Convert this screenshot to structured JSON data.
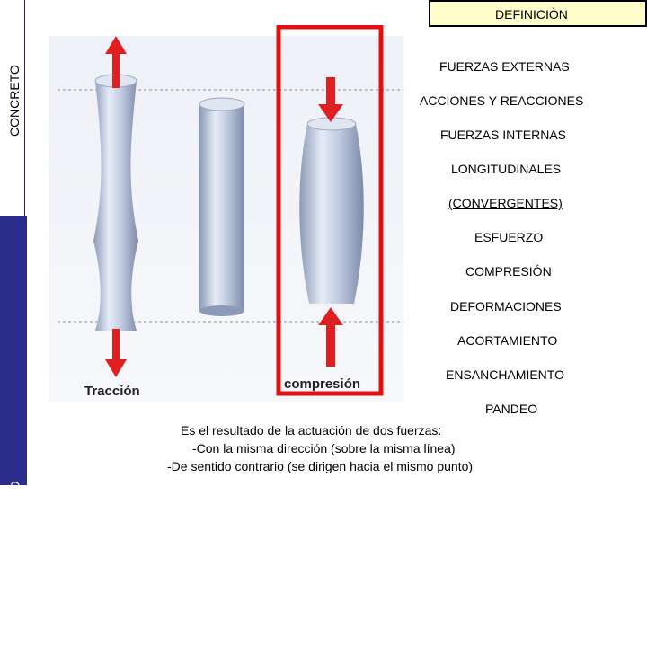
{
  "sidebar": {
    "top_label": "CONCRETO",
    "bottom_label": "ESPACIO Y MATERIALIDAD"
  },
  "header": {
    "title": "DEFINICIÒN"
  },
  "figure": {
    "left_label": "Tracción",
    "right_label": "compresión",
    "highlight_color": "#e01010",
    "arrow_color": "#e02020"
  },
  "terms": [
    "FUERZAS EXTERNAS",
    "ACCIONES Y REACCIONES",
    "FUERZAS INTERNAS",
    "LONGITUDINALES",
    "(CONVERGENTES)",
    "ESFUERZO",
    "COMPRESIÓN",
    "DEFORMACIONES",
    "ACORTAMIENTO",
    "ENSANCHAMIENTO",
    "PANDEO"
  ],
  "description": [
    "Es el resultado de la actuación de dos fuerzas:",
    "-Con la misma dirección (sobre la misma línea)",
    "-De sentido contrario (se dirigen hacia el mismo punto)"
  ]
}
